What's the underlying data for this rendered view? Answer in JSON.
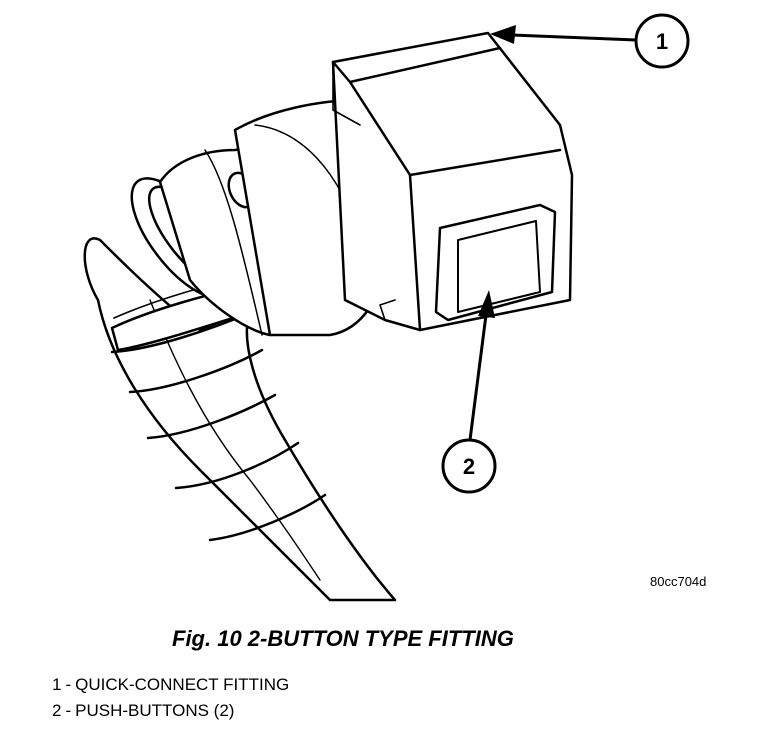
{
  "figure": {
    "caption": "Fig. 10 2-BUTTON TYPE FITTING",
    "reference_code": "80cc704d"
  },
  "callouts": [
    {
      "number": "1",
      "label": "QUICK-CONNECT FITTING"
    },
    {
      "number": "2",
      "label": "PUSH-BUTTONS (2)"
    }
  ],
  "legend": {
    "separator": "-"
  }
}
